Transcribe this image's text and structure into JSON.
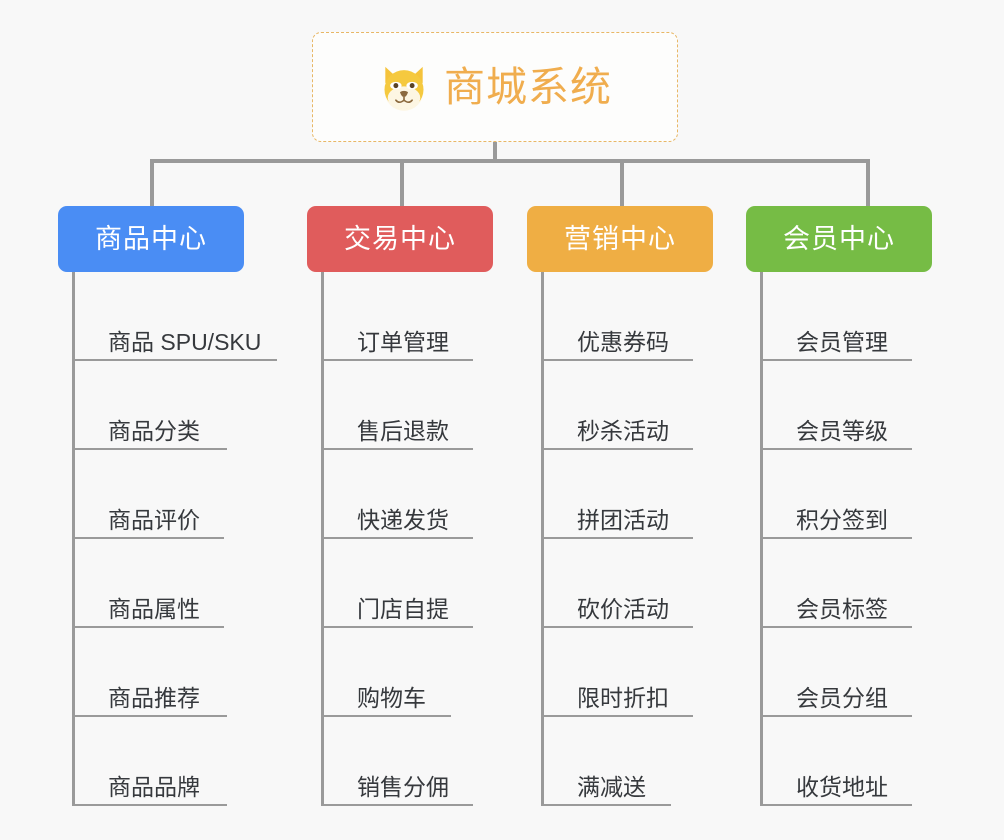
{
  "root": {
    "title": "商城系统",
    "icon": "shiba-dog-face-emoji",
    "border_color": "#e8b765",
    "text_color": "#f0ad4e",
    "background": "#fdfdfc"
  },
  "canvas": {
    "background": "#f8f8f8",
    "connector_color": "#9a9a9a"
  },
  "categories": [
    {
      "label": "商品中心",
      "color": "#4a8df4",
      "items": [
        "商品 SPU/SKU",
        "商品分类",
        "商品评价",
        "商品属性",
        "商品推荐",
        "商品品牌"
      ],
      "item_widths": [
        205,
        155,
        152,
        152,
        155,
        155
      ]
    },
    {
      "label": "交易中心",
      "color": "#e05c5c",
      "items": [
        "订单管理",
        "售后退款",
        "快递发货",
        "门店自提",
        "购物车",
        "销售分佣"
      ],
      "item_widths": [
        152,
        152,
        152,
        152,
        130,
        152
      ]
    },
    {
      "label": "营销中心",
      "color": "#efae44",
      "items": [
        "优惠券码",
        "秒杀活动",
        "拼团活动",
        "砍价活动",
        "限时折扣",
        "满减送"
      ],
      "item_widths": [
        152,
        152,
        152,
        152,
        152,
        130
      ]
    },
    {
      "label": "会员中心",
      "color": "#76bc45",
      "items": [
        "会员管理",
        "会员等级",
        "积分签到",
        "会员标签",
        "会员分组",
        "收货地址"
      ],
      "item_widths": [
        152,
        152,
        152,
        152,
        152,
        152
      ]
    }
  ]
}
